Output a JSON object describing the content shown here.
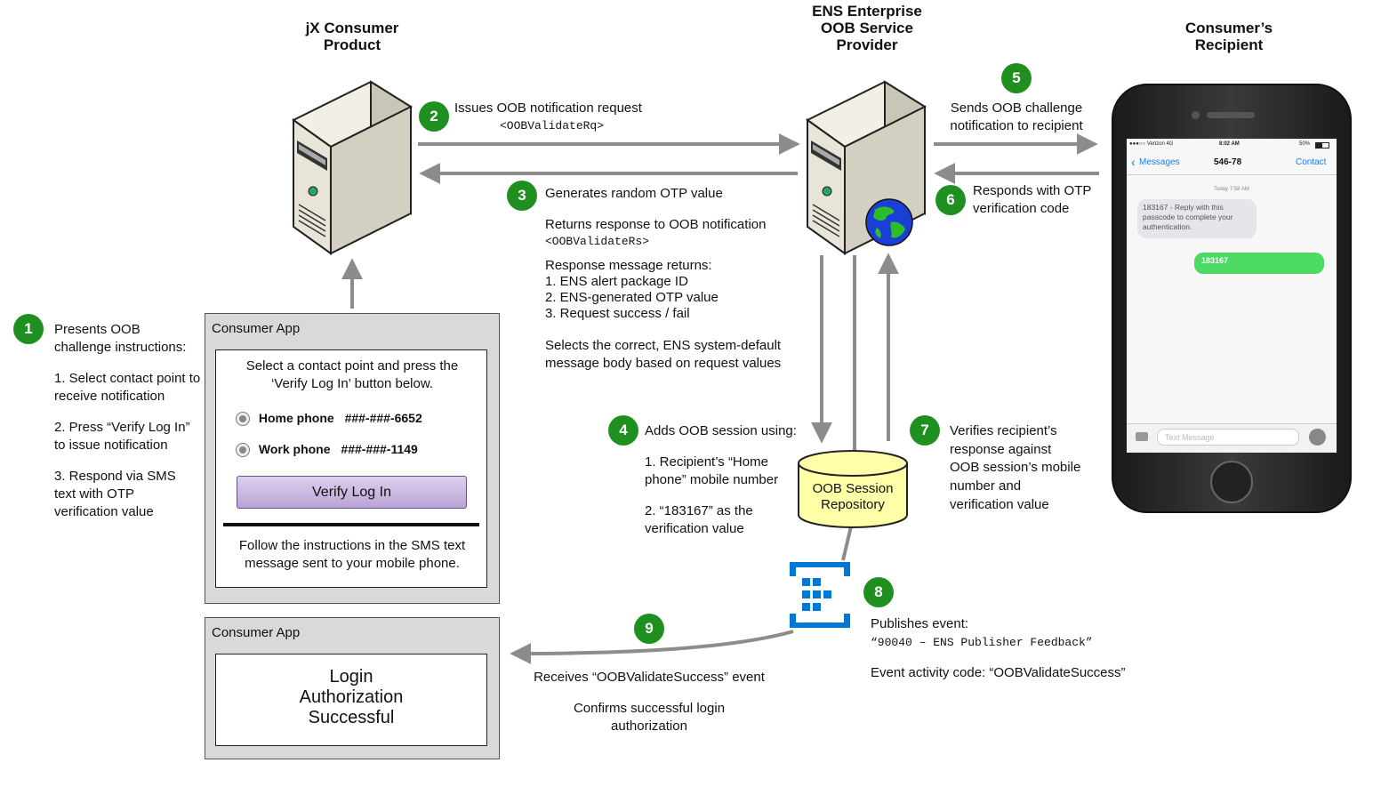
{
  "headers": {
    "consumer_product": "jX Consumer Product",
    "ens": "ENS Enterprise OOB Service Provider",
    "recipient": "Consumer’s Recipient"
  },
  "steps": {
    "s1": {
      "num": "1",
      "title": "Presents OOB challenge instructions:",
      "items": [
        "1. Select contact point to receive notification",
        "2. Press “Verify Log In” to issue notification",
        "3. Respond via SMS text with OTP verification value"
      ]
    },
    "s2": {
      "num": "2",
      "line1": "Issues OOB notification request",
      "code": "<OOBValidateRq>"
    },
    "s3": {
      "num": "3",
      "line1": "Generates random OTP value",
      "line2": "Returns response to OOB notification",
      "code": "<OOBValidateRs>",
      "list_title": "Response message returns:",
      "list": [
        "1. ENS alert package ID",
        "2. ENS-generated OTP value",
        "3. Request success / fail"
      ],
      "line3": "Selects the correct, ENS system-default message body based on request values"
    },
    "s4": {
      "num": "4",
      "title": "Adds OOB session using:",
      "item1": "1. Recipient’s “Home phone” mobile number",
      "item2": "2. “183167” as the verification value"
    },
    "s5": {
      "num": "5",
      "text": "Sends OOB challenge notification to recipient"
    },
    "s6": {
      "num": "6",
      "text": "Responds with OTP verification code"
    },
    "s7": {
      "num": "7",
      "text": "Verifies recipient’s response against OOB session’s mobile number and verification value"
    },
    "s8": {
      "num": "8",
      "line1": "Publishes event:",
      "code": "“90040 – ENS Publisher Feedback”",
      "line2": "Event activity code: “OOBValidateSuccess”"
    },
    "s9": {
      "num": "9",
      "line1": "Receives “OOBValidateSuccess” event",
      "line2": "Confirms successful login authorization"
    }
  },
  "consumer_app_1": {
    "title": "Consumer App",
    "instruction": "Select a contact point and press the ‘Verify Log In’ button below.",
    "options": [
      {
        "label": "Home phone",
        "value": "###-###-6652"
      },
      {
        "label": "Work phone",
        "value": "###-###-1149"
      }
    ],
    "button_label": "Verify Log In",
    "footer": "Follow the instructions in the SMS text message sent to your mobile phone."
  },
  "consumer_app_2": {
    "title": "Consumer App",
    "message": "Login Authorization Successful"
  },
  "repository": {
    "label": "OOB Session Repository"
  },
  "phone": {
    "carrier": "●●●○○ Verizon  4G",
    "time": "8:02 AM",
    "battery": "50%",
    "back_label": "Messages",
    "contact_number": "546-78",
    "contact_link": "Contact",
    "timestamp": "Today 7:58 AM",
    "incoming": "183167 - Reply with this passcode to complete your authentication.",
    "outgoing": "183167",
    "input_placeholder": "Text Message"
  },
  "colors": {
    "badge": "#1f8f1f",
    "arrow": "#8c8c8c",
    "repo": "#ffffaa",
    "bubble_out": "#4cd964",
    "event_icon": "#0078d4"
  }
}
